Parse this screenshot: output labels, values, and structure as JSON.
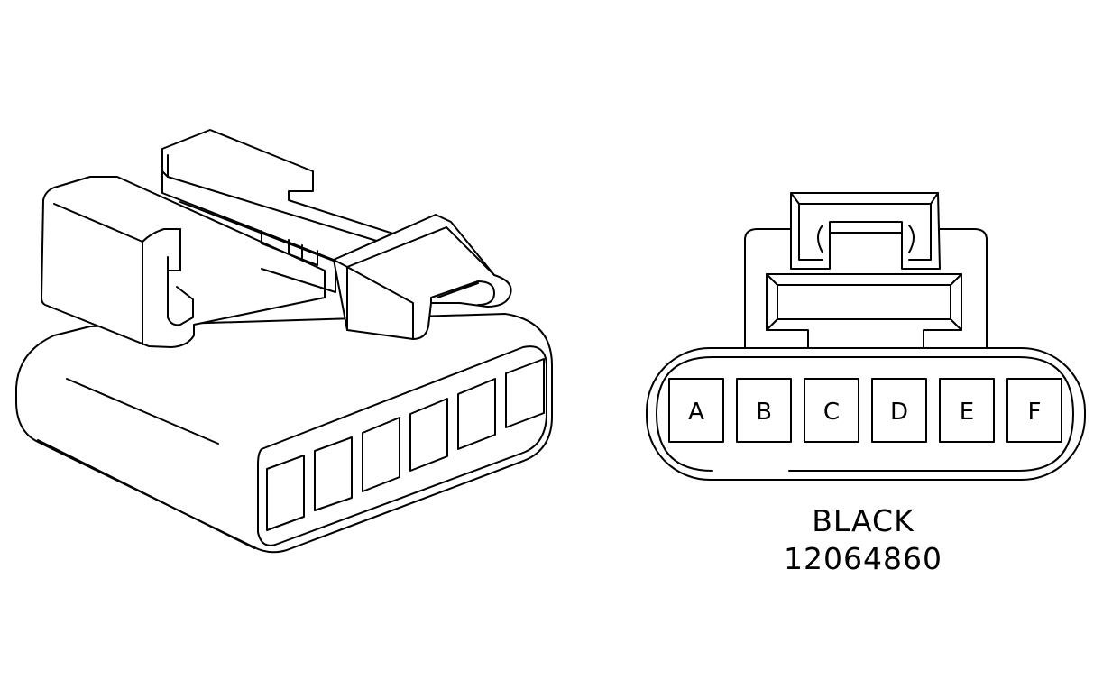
{
  "connector": {
    "color_label": "BLACK",
    "part_number": "12064860",
    "pins": [
      "A",
      "B",
      "C",
      "D",
      "E",
      "F"
    ]
  },
  "colors": {
    "line": "#000000",
    "background": "#ffffff"
  }
}
